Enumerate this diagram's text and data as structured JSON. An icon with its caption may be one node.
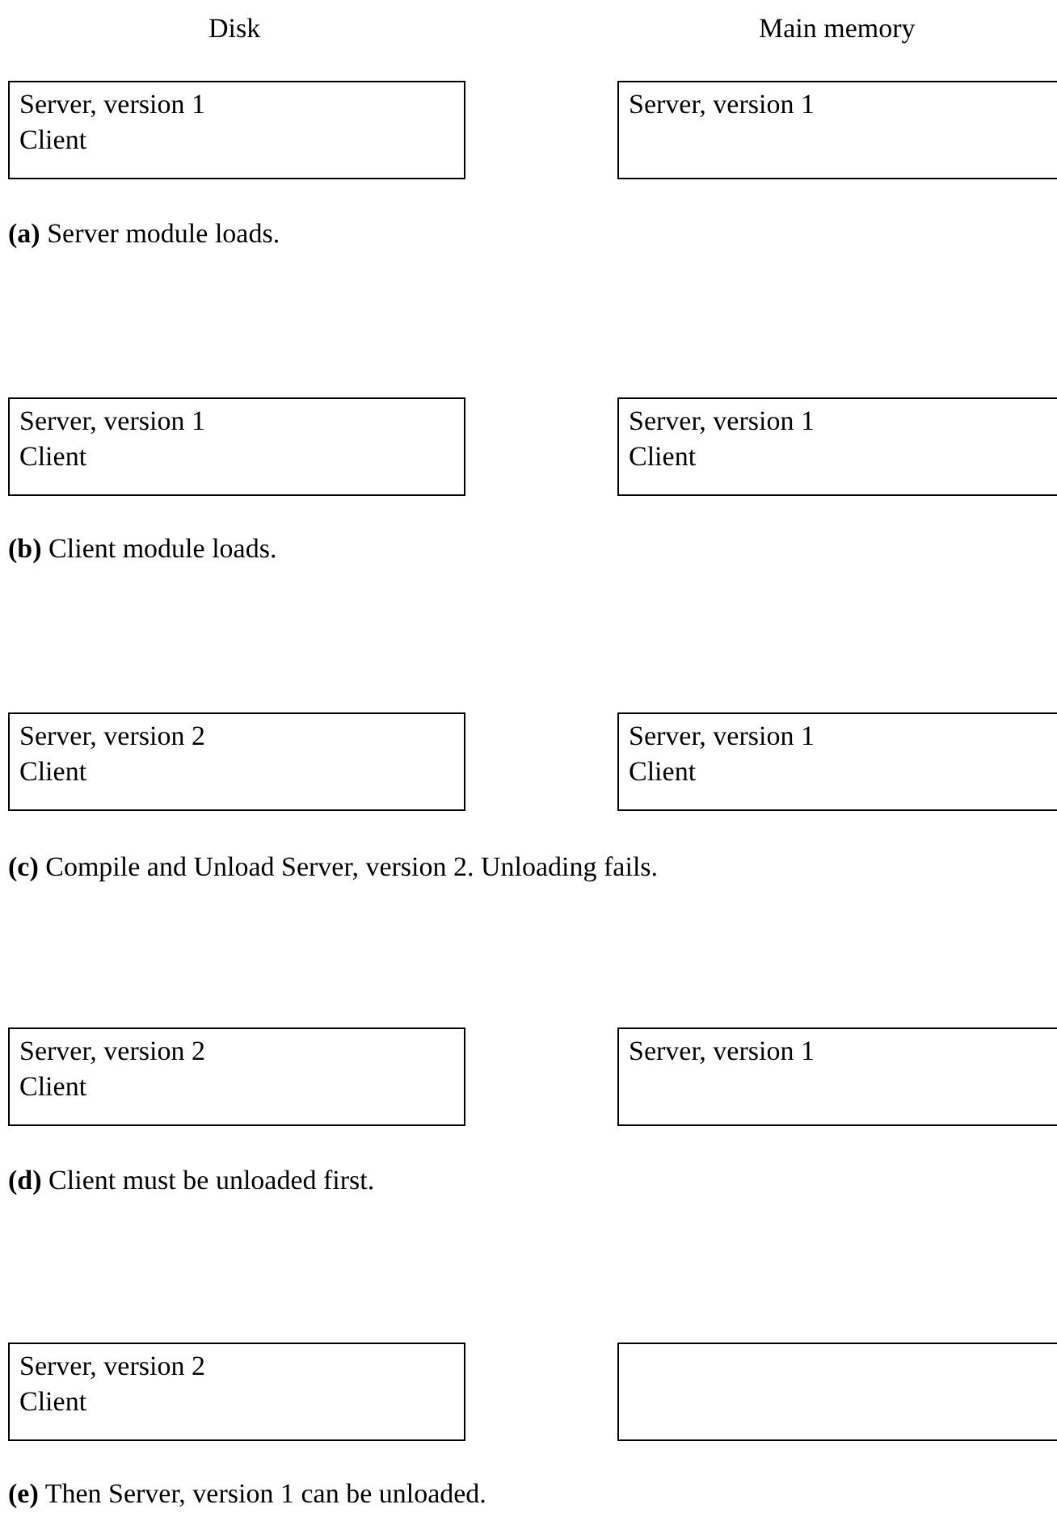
{
  "diagram": {
    "nodes": [
      {
        "text": [
          "Server, version 1",
          "Client"
        ]
      },
      {
        "text": [
          "Server, version 1"
        ]
      },
      {
        "text": [
          "Server, version 1",
          "Client"
        ]
      },
      {
        "text": [
          "Server, version 1",
          "Client"
        ]
      },
      {
        "text": [
          "Server, version 2",
          "Client"
        ]
      },
      {
        "text": [
          "Server, version 1",
          "Client"
        ]
      },
      {
        "text": [
          "Server, version 2",
          "Client"
        ]
      },
      {
        "text": [
          "Server, version 1"
        ]
      },
      {
        "text": [
          "Server, version 2",
          "Client"
        ]
      },
      {
        "text": [],
        "shape": "box"
      }
    ],
    "edges": [],
    "labels": [
      "Disk",
      "Main memory",
      "**(a)** Server module loads.",
      "**(b)** Client module loads.",
      "**(c)** Compile and Unload Server, version 2. Unloading fails.",
      "**(d)** Client must be unloaded first.",
      "**(e)** Then Server, version 1 can be unloaded."
    ]
  }
}
